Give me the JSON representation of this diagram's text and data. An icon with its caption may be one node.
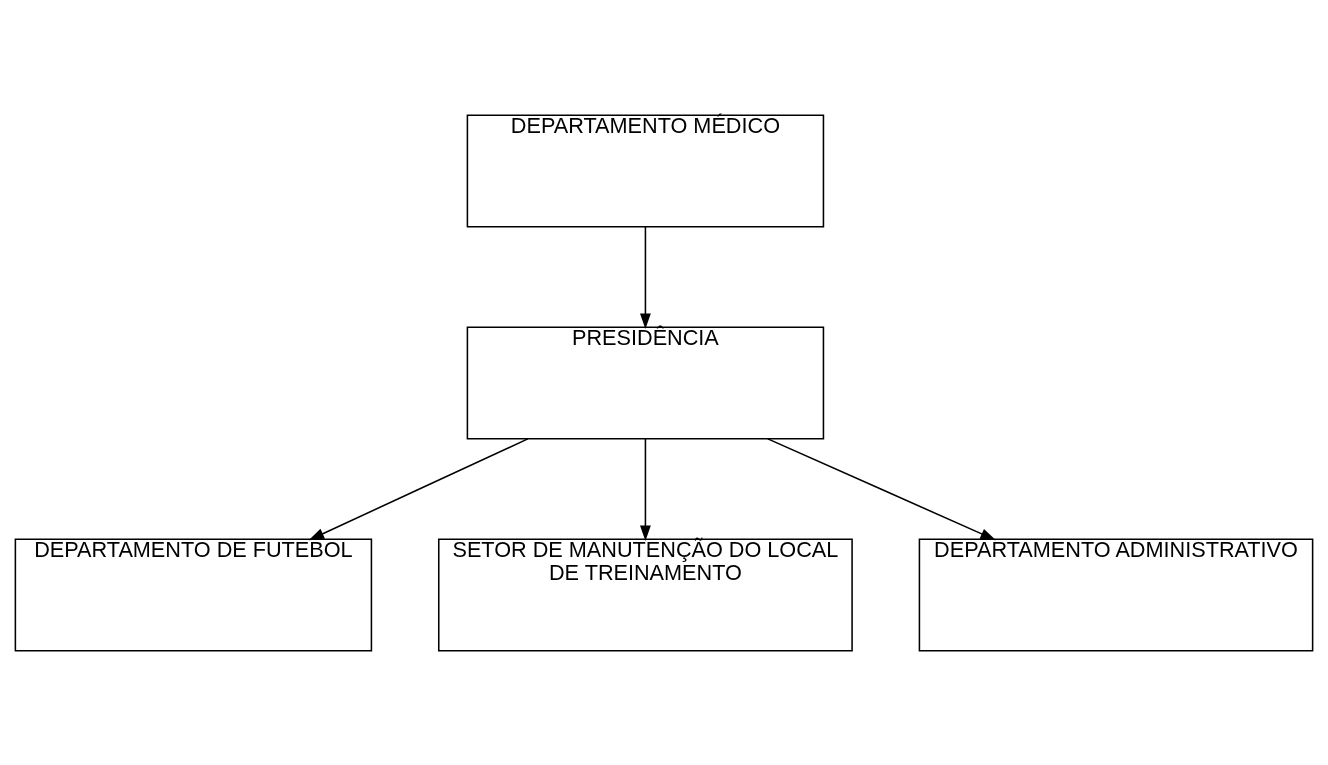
{
  "diagram": {
    "nodes": [
      {
        "text": [
          "DEPARTAMENTO MÉDICO"
        ]
      },
      {
        "text": [
          "PRESIDÊNCIA"
        ]
      },
      {
        "text": [
          "DEPARTAMENTO DE FUTEBOL"
        ]
      },
      {
        "text": [
          "SETOR DE MANUTENÇÃO DO LOCAL DE TREINAMENTO"
        ]
      },
      {
        "text": [
          "DEPARTAMENTO ADMINISTRATIVO"
        ]
      }
    ],
    "edges": [
      {
        "from": 0,
        "to": 1,
        "arrow": "to"
      },
      {
        "from": 1,
        "to": 2,
        "arrow": "to"
      },
      {
        "from": 1,
        "to": 3,
        "arrow": "to"
      },
      {
        "from": 1,
        "to": 4,
        "arrow": "to"
      }
    ]
  }
}
